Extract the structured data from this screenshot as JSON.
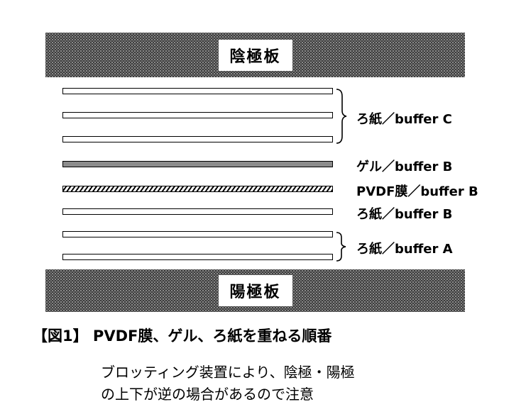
{
  "plates": {
    "cathode": "陰極板",
    "anode": "陽極板"
  },
  "layer_labels": {
    "filter_paper_c": "ろ紙／buffer C",
    "gel_b": "ゲル／buffer B",
    "pvdf_b": "PVDF膜／buffer B",
    "filter_paper_b": "ろ紙／buffer B",
    "filter_paper_a": "ろ紙／buffer A"
  },
  "caption": "【図1】 PVDF膜、ゲル、ろ紙を重ねる順番",
  "note": {
    "line1": "ブロッティング装置により、陰極・陽極",
    "line2": "の上下が逆の場合があるので注意"
  },
  "colors": {
    "plate": "#3c3c3c",
    "gel": "#8c8c8c",
    "paper": "#ffffff",
    "line": "#000000"
  }
}
